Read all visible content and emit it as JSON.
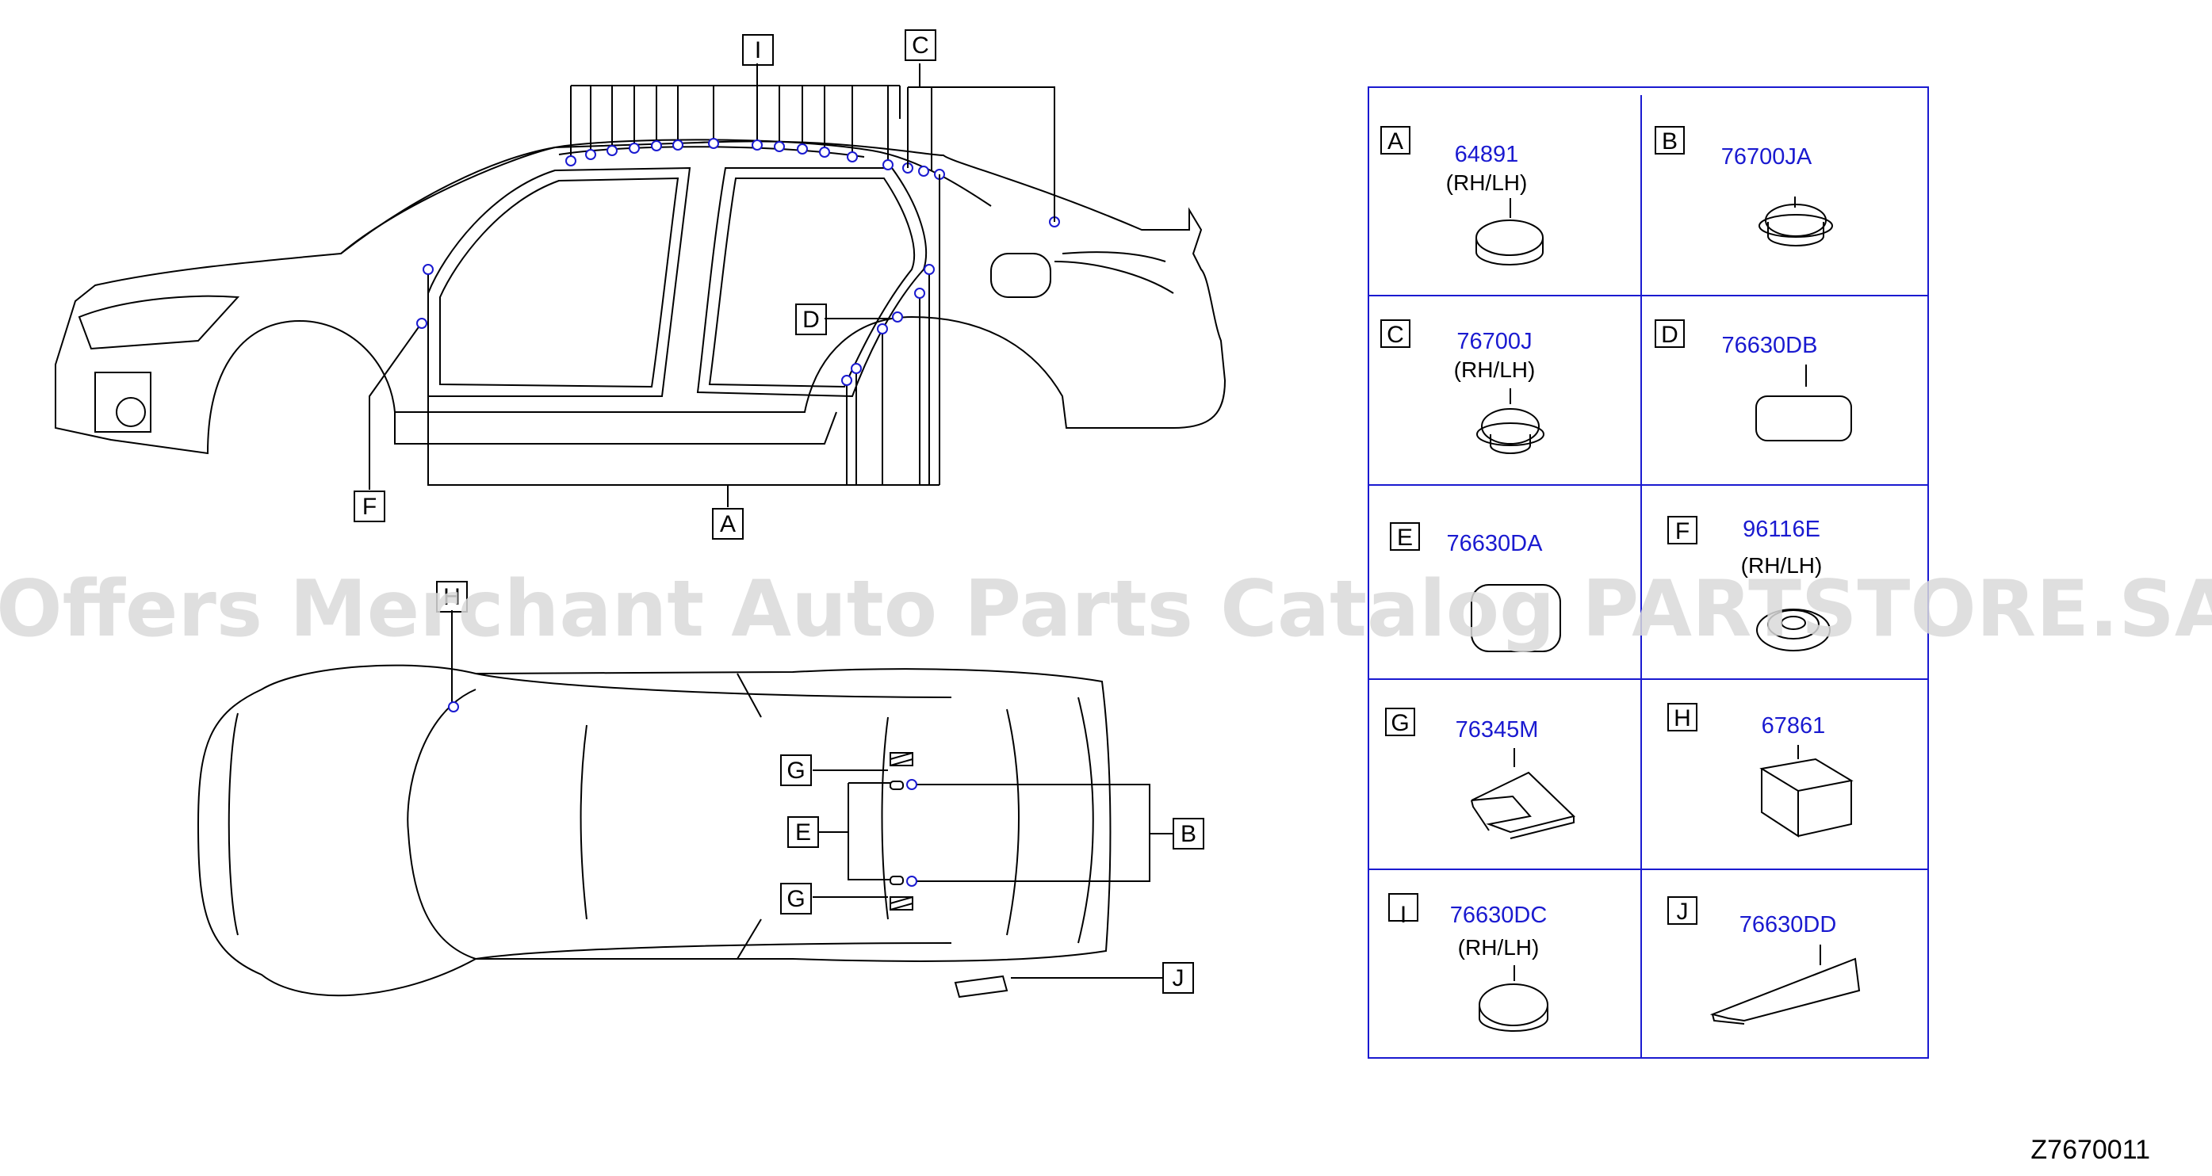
{
  "watermark": "Offers Merchant Auto Parts Catalog PARTSTORE.SA",
  "diagram_code": "Z7670011",
  "callouts": {
    "A": "A",
    "B": "B",
    "C": "C",
    "D": "D",
    "E": "E",
    "F": "F",
    "G": "G",
    "H": "H",
    "I": "I",
    "J": "J"
  },
  "parts": [
    {
      "key": "A",
      "number": "64891",
      "side": "(RH/LH)"
    },
    {
      "key": "B",
      "number": "76700JA",
      "side": ""
    },
    {
      "key": "C",
      "number": "76700J",
      "side": "(RH/LH)"
    },
    {
      "key": "D",
      "number": "76630DB",
      "side": ""
    },
    {
      "key": "E",
      "number": "76630DA",
      "side": ""
    },
    {
      "key": "F",
      "number": "96116E",
      "side": "(RH/LH)"
    },
    {
      "key": "G",
      "number": "76345M",
      "side": ""
    },
    {
      "key": "H",
      "number": "67861",
      "side": ""
    },
    {
      "key": "I",
      "number": "76630DC",
      "side": "(RH/LH)"
    },
    {
      "key": "J",
      "number": "76630DD",
      "side": ""
    }
  ],
  "colors": {
    "part_number": "#1a1ad0",
    "line": "#000000",
    "watermark": "#d9d9d9"
  }
}
